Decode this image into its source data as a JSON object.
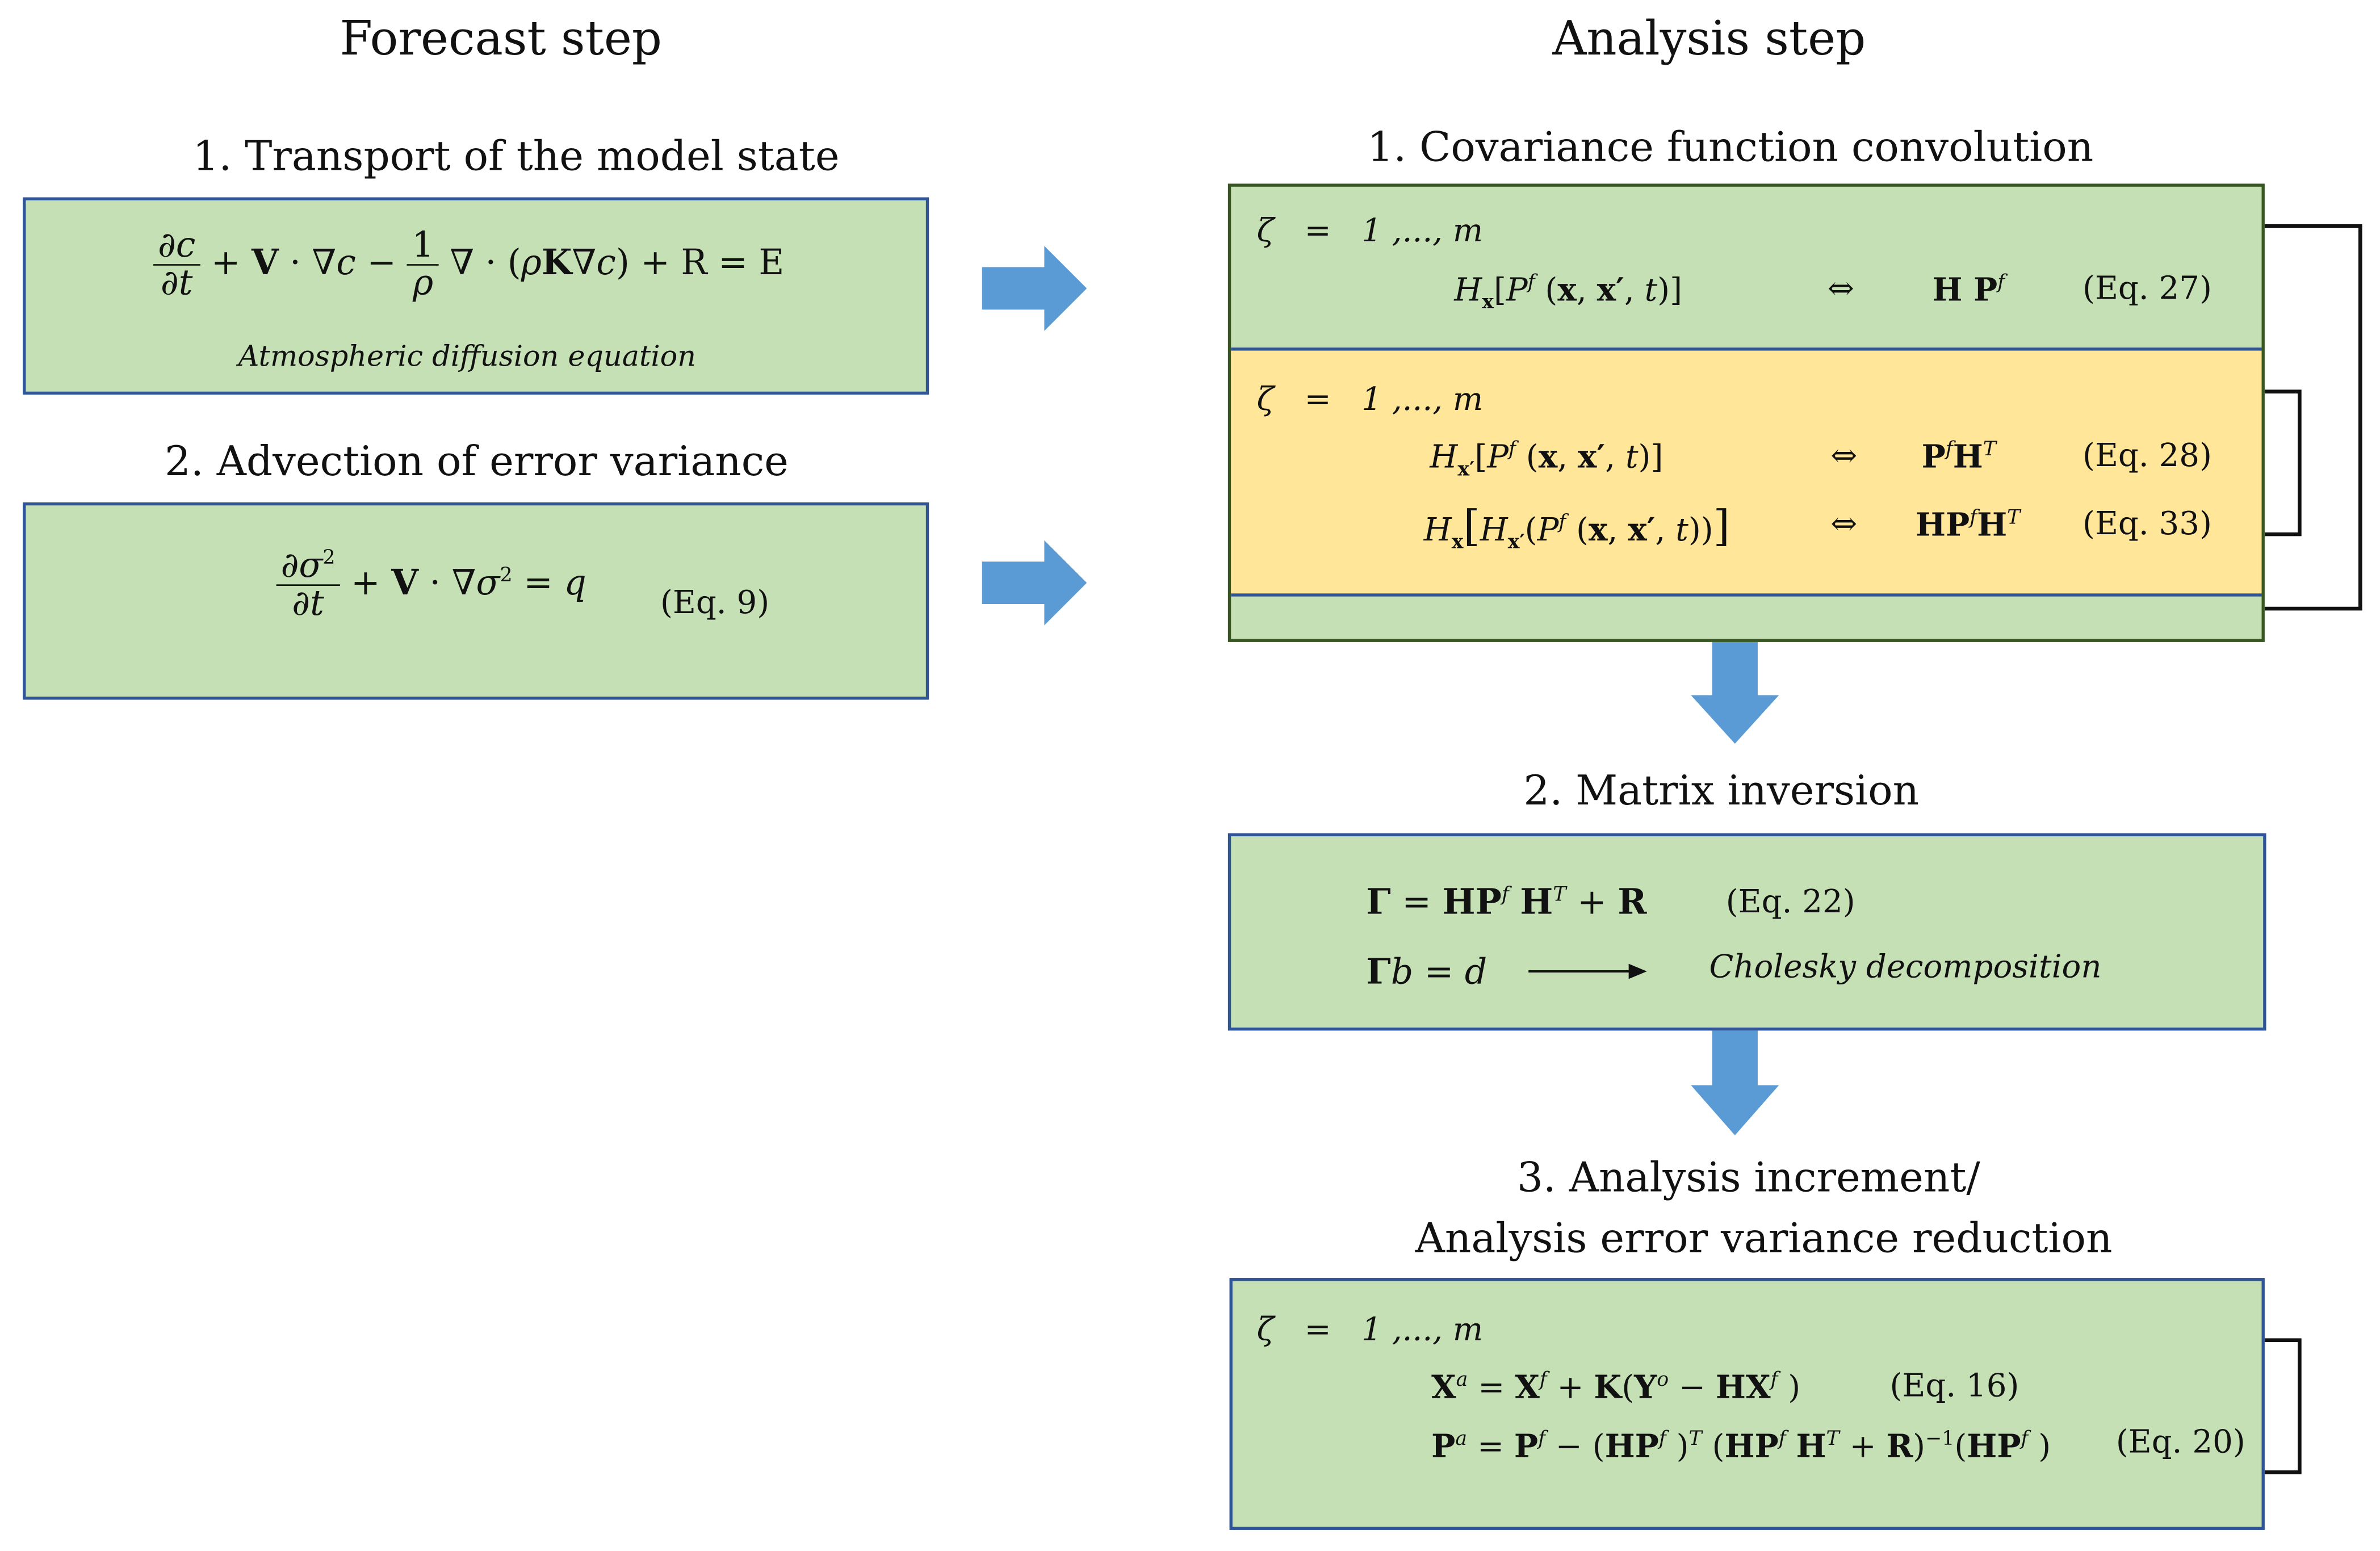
{
  "headings": {
    "forecast": "Forecast step",
    "analysis": "Analysis step"
  },
  "forecast": {
    "step1_title": "1. Transport of the model state",
    "step1_caption": "Atmospheric diffusion equation",
    "step2_title": "2. Advection of error variance",
    "step2_ref": "(Eq. 9)"
  },
  "analysis": {
    "step1_title": "1. Covariance function convolution",
    "loop_label": "ζ   =   1 ,..., m",
    "eq27_ref": "(Eq. 27)",
    "eq28_ref": "(Eq. 28)",
    "eq33_ref": "(Eq. 33)",
    "equiv": "⇔",
    "step2_title": "2. Matrix inversion",
    "eq22_ref": "(Eq. 22)",
    "cholesky": "Cholesky decomposition",
    "step3_title_line1": "3. Analysis increment/",
    "step3_title_line2": "Analysis error variance reduction",
    "eq16_ref": "(Eq. 16)",
    "eq20_ref": "(Eq. 20)"
  },
  "colors": {
    "green_box": "#c5e0b4",
    "yellow_box": "#ffe699",
    "blue_border": "#2f5597",
    "dark_green_border": "#385723",
    "arrow_blue": "#5b9bd5"
  }
}
